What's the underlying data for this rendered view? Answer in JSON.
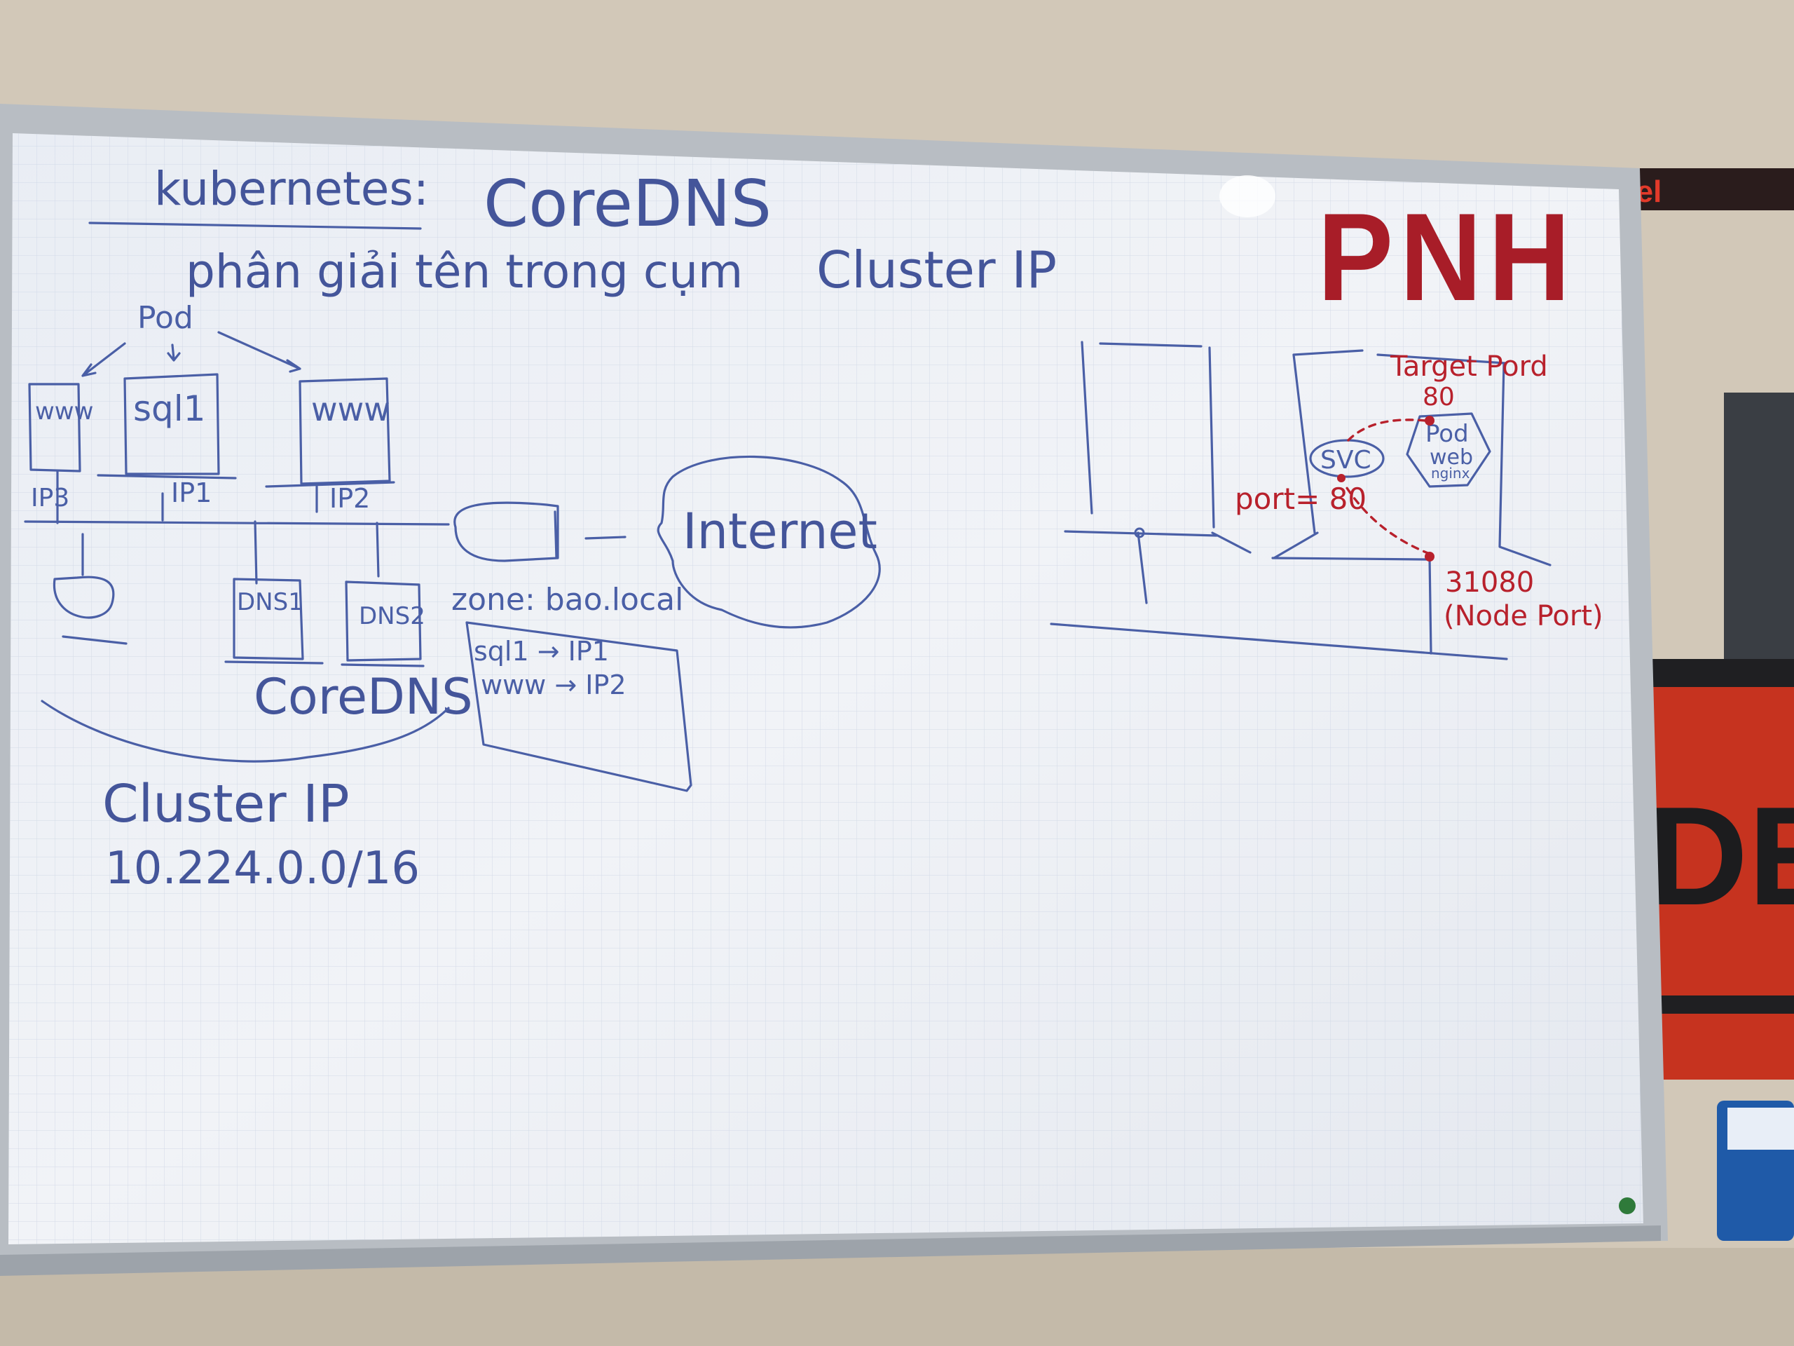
{
  "board": {
    "logo": "PNH",
    "title_left": "kubernetes:",
    "title_right": "CoreDNS",
    "subtitle": "phân giải tên trong cụm",
    "subtitle_right": "Cluster IP"
  },
  "cluster_diagram": {
    "pod_label": "Pod",
    "nodes": {
      "www_small": "www",
      "sql1": "sql1",
      "www": "www",
      "dns1": "DNS1",
      "dns2": "DNS2"
    },
    "ips": {
      "ip3": "IP3",
      "ip1": "IP1",
      "ip2": "IP2"
    },
    "coredns_label": "CoreDNS",
    "zone_label": "zone: bao.local",
    "zone_records": [
      "sql1 → IP1",
      "www → IP2"
    ],
    "internet_label": "Internet",
    "cluster_ip_label": "Cluster IP",
    "cluster_ip_range": "10.224.0.0/16"
  },
  "service_diagram": {
    "target_port_label": "Target Pord",
    "target_port_value": "80",
    "svc_label": "SVC",
    "pod_label": "Pod",
    "pod_sub1": "web",
    "pod_sub2": "nginx",
    "port_label": "port= 80",
    "nodeport_value": "31080",
    "nodeport_label": "(Node Port)"
  },
  "colors": {
    "wall": "#cfc6b6",
    "board": "#eef1f6",
    "marker_blue": "#4a5fa6",
    "marker_red": "#b8212c",
    "logo_red": "#a81d28"
  }
}
